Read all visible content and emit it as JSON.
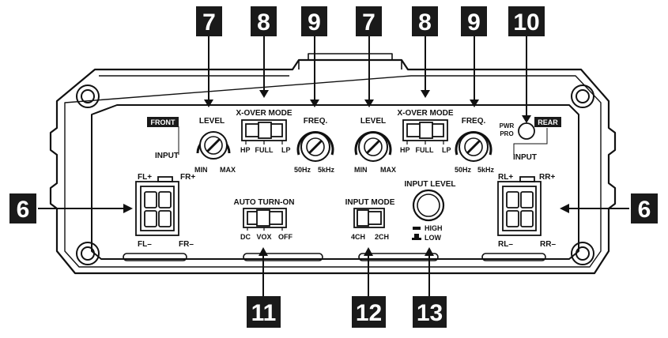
{
  "callouts": {
    "level_1": "7",
    "xover_1": "8",
    "freq_1": "9",
    "level_2": "7",
    "xover_2": "8",
    "freq_2": "9",
    "pwr_pro": "10",
    "input_left": "6",
    "input_right": "6",
    "auto_turn_on": "11",
    "input_mode": "12",
    "input_level": "13"
  },
  "front_channel": {
    "badge": "FRONT",
    "input_label": "INPUT",
    "pins": {
      "top_left": "FL+",
      "top_right": "FR+",
      "bottom_left": "FL–",
      "bottom_right": "FR–"
    },
    "level_label": "LEVEL",
    "level_min": "MIN",
    "level_max": "MAX",
    "xover_label": "X-OVER MODE",
    "xover_hp": "HP",
    "xover_full": "FULL",
    "xover_lp": "LP",
    "freq_label": "FREQ.",
    "freq_min": "50Hz",
    "freq_max": "5kHz"
  },
  "rear_channel": {
    "badge": "REAR",
    "input_label": "INPUT",
    "pins": {
      "top_left": "RL+",
      "top_right": "RR+",
      "bottom_left": "RL–",
      "bottom_right": "RR–"
    },
    "level_label": "LEVEL",
    "level_min": "MIN",
    "level_max": "MAX",
    "xover_label": "X-OVER MODE",
    "xover_hp": "HP",
    "xover_full": "FULL",
    "xover_lp": "LP",
    "freq_label": "FREQ.",
    "freq_min": "50Hz",
    "freq_max": "5kHz"
  },
  "pwr_pro": {
    "line1": "PWR",
    "line2": "PRO"
  },
  "auto_turn_on": {
    "label": "AUTO TURN-ON",
    "dc": "DC",
    "vox": "VOX",
    "off": "OFF"
  },
  "input_mode": {
    "label": "INPUT MODE",
    "opt_4ch": "4CH",
    "opt_2ch": "2CH"
  },
  "input_level": {
    "label": "INPUT LEVEL",
    "high": "HIGH",
    "low": "LOW"
  }
}
